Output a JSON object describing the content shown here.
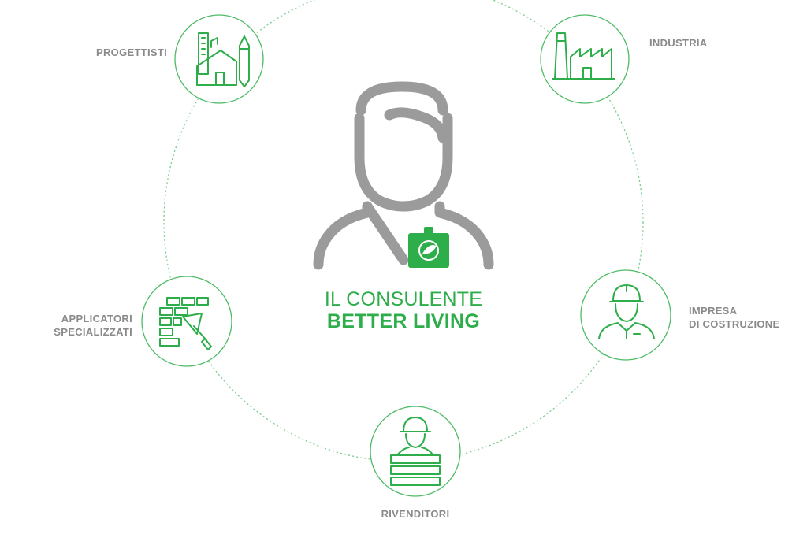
{
  "colors": {
    "green": "#2eae4b",
    "gray": "#9b9b9b",
    "label": "#8a8a8a",
    "ring": "#7fcf93"
  },
  "center": {
    "line1": "IL CONSULENTE",
    "line2": "BETTER LIVING",
    "icon": "consultant-person-icon"
  },
  "nodes": [
    {
      "id": "progettisti",
      "lines": [
        "PROGETTISTI"
      ],
      "icon": "architect-ruler-house-pencil-icon"
    },
    {
      "id": "industria",
      "lines": [
        "INDUSTRIA"
      ],
      "icon": "factory-icon"
    },
    {
      "id": "impresa",
      "lines": [
        "IMPRESA",
        "DI COSTRUZIONE"
      ],
      "icon": "construction-worker-hardhat-icon"
    },
    {
      "id": "rivenditori",
      "lines": [
        "RIVENDITORI"
      ],
      "icon": "retailer-worker-stack-icon"
    },
    {
      "id": "applicatori",
      "lines": [
        "APPLICATORI",
        "SPECIALIZZATI"
      ],
      "icon": "bricks-trowel-icon"
    }
  ]
}
